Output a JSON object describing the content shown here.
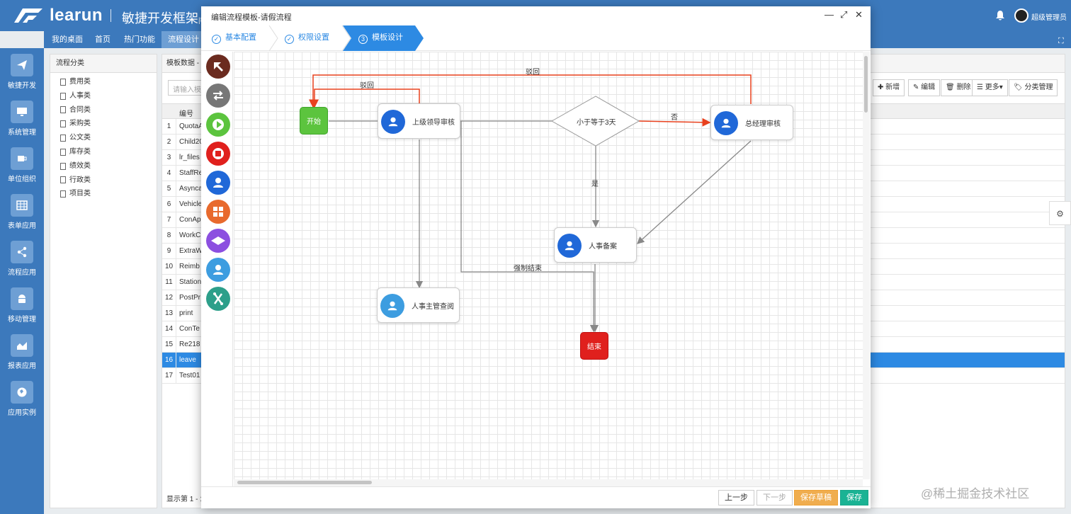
{
  "app": {
    "name": "learun",
    "subtitle": "敏捷开发框架",
    "subtitle_small": "|敏",
    "user": "超级管理员"
  },
  "tabs": [
    "我的桌面",
    "首页",
    "热门功能",
    "流程设计"
  ],
  "sidebar": [
    {
      "label": "敏捷开发",
      "icon": "send-icon"
    },
    {
      "label": "系统管理",
      "icon": "monitor-icon"
    },
    {
      "label": "单位组织",
      "icon": "coffee-icon"
    },
    {
      "label": "表单应用",
      "icon": "table-icon"
    },
    {
      "label": "流程应用",
      "icon": "share-icon"
    },
    {
      "label": "移动管理",
      "icon": "android-icon"
    },
    {
      "label": "报表应用",
      "icon": "area-chart-icon"
    },
    {
      "label": "应用实例",
      "icon": "globe-icon"
    }
  ],
  "category_panel": {
    "title": "流程分类",
    "items": [
      "费用类",
      "人事类",
      "合同类",
      "采购类",
      "公文类",
      "库存类",
      "绩效类",
      "行政类",
      "项目类"
    ]
  },
  "template_panel": {
    "title": "模板数据 - ",
    "search_placeholder": "请输入模板",
    "column_code": "编号",
    "rows": [
      {
        "n": "1",
        "code": "QuotaA"
      },
      {
        "n": "2",
        "code": "Child20"
      },
      {
        "n": "3",
        "code": "lr_files"
      },
      {
        "n": "4",
        "code": "StaffRe"
      },
      {
        "n": "5",
        "code": "Asynca"
      },
      {
        "n": "6",
        "code": "Vehicle"
      },
      {
        "n": "7",
        "code": "ConApp"
      },
      {
        "n": "8",
        "code": "WorkC"
      },
      {
        "n": "9",
        "code": "ExtraW"
      },
      {
        "n": "10",
        "code": "Reimb"
      },
      {
        "n": "11",
        "code": "Station"
      },
      {
        "n": "12",
        "code": "PostPr"
      },
      {
        "n": "13",
        "code": "print"
      },
      {
        "n": "14",
        "code": "ConTe"
      },
      {
        "n": "15",
        "code": "Re218"
      },
      {
        "n": "16",
        "code": "leave",
        "selected": true
      },
      {
        "n": "17",
        "code": "Test01"
      }
    ],
    "footer": "显示第 1 - 1",
    "toolbar": [
      "新增",
      "编辑",
      "删除",
      "更多",
      "分类管理"
    ]
  },
  "dialog": {
    "title": "编辑流程模板-请假流程",
    "steps": [
      {
        "label": "基本配置",
        "mark": "✓"
      },
      {
        "label": "权限设置",
        "mark": "✓"
      },
      {
        "label": "模板设计",
        "mark": "3",
        "active": true
      }
    ],
    "palette": [
      {
        "name": "pointer-tool",
        "color": "#6b2b1f"
      },
      {
        "name": "connector-tool",
        "color": "#777777"
      },
      {
        "name": "start-node-tool",
        "color": "#5cc43e"
      },
      {
        "name": "end-node-tool",
        "color": "#e0201d"
      },
      {
        "name": "user-node-tool",
        "color": "#2068d8"
      },
      {
        "name": "form-node-tool",
        "color": "#e86a2d"
      },
      {
        "name": "condition-node-tool",
        "color": "#8c4fe0"
      },
      {
        "name": "review-node-tool",
        "color": "#3d9de0"
      },
      {
        "name": "parallel-node-tool",
        "color": "#2d9f8a"
      }
    ],
    "flow": {
      "start": "开始",
      "end": "结束",
      "nodes": {
        "leader": "上级领导审核",
        "decision": "小于等于3天",
        "gm": "总经理审核",
        "hr": "人事备案",
        "hr_view": "人事主管查阅"
      },
      "edges": {
        "reject": "驳回",
        "reject_top": "驳回",
        "no": "否",
        "yes": "是",
        "force_end": "强制结束"
      }
    },
    "buttons": {
      "prev": "上一步",
      "next": "下一步",
      "save_draft": "保存草稿",
      "save": "保存"
    }
  },
  "watermark": "@稀土掘金技术社区"
}
